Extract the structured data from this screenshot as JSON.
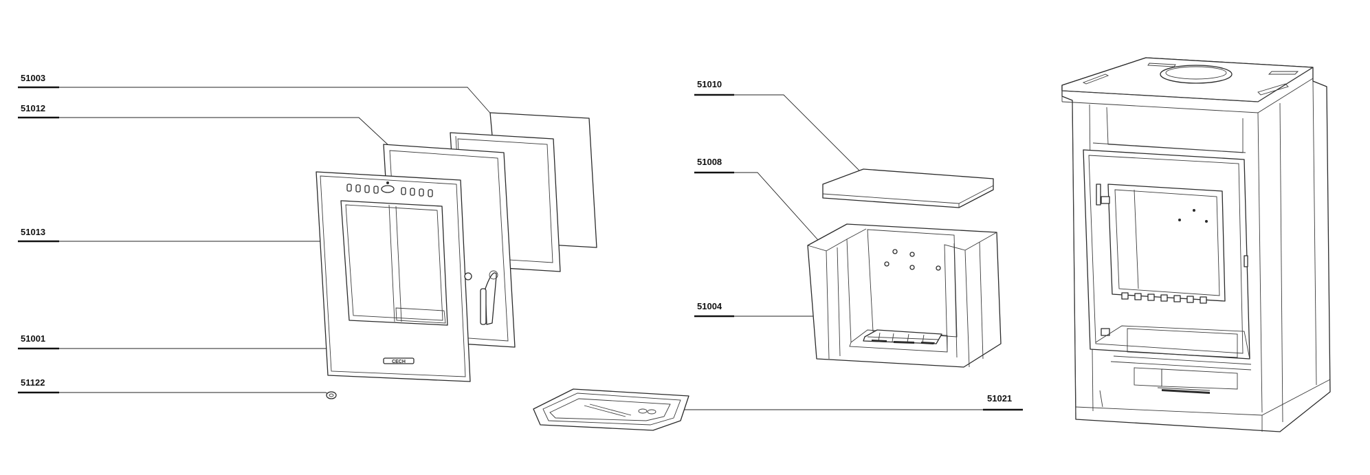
{
  "callouts": [
    {
      "id": "frame_glass",
      "label": "51003"
    },
    {
      "id": "gasket",
      "label": "51012"
    },
    {
      "id": "handle",
      "label": "51013"
    },
    {
      "id": "door",
      "label": "51001"
    },
    {
      "id": "knob",
      "label": "51122"
    },
    {
      "id": "top_plate",
      "label": "51010"
    },
    {
      "id": "firebox",
      "label": "51008"
    },
    {
      "id": "grate",
      "label": "51004"
    },
    {
      "id": "ash_pan",
      "label": "51021"
    }
  ],
  "door_brand": "CECH"
}
